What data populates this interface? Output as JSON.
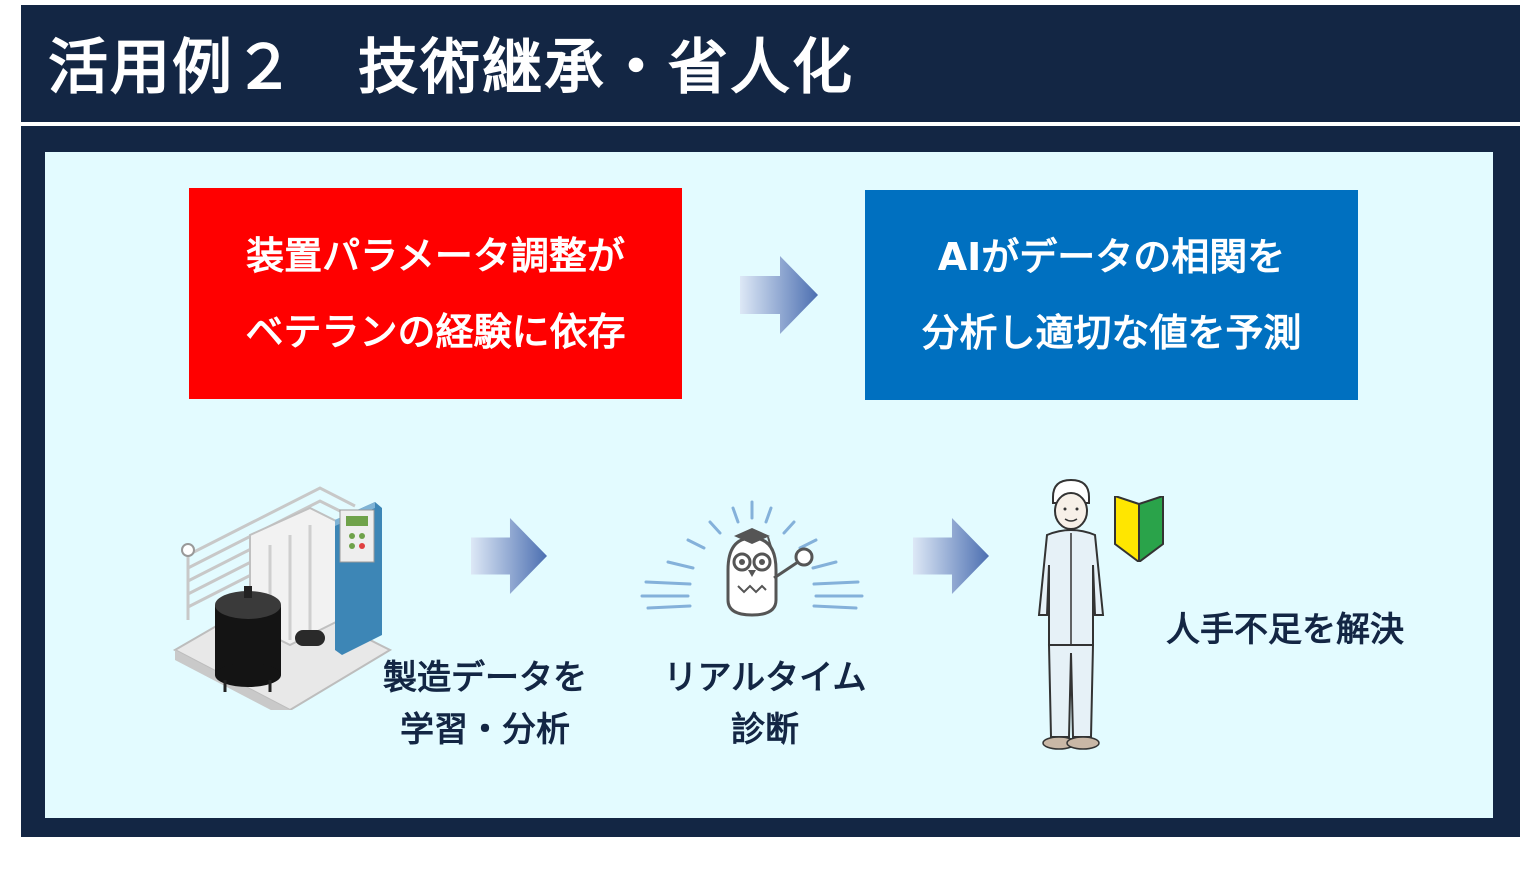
{
  "title": "活用例２　技術継承・省人化",
  "problem": {
    "line1": "装置パラメータ調整が",
    "line2": "ベテランの経験に依存"
  },
  "solution": {
    "line1": "AIがデータの相関を",
    "line2": "分析し適切な値を予測"
  },
  "steps": [
    {
      "line1": "製造データを",
      "line2": "学習・分析"
    },
    {
      "line1": "リアルタイム",
      "line2": "診断"
    }
  ],
  "result": "人手不足を解決",
  "icons": {
    "machine": "factory-machine-icon",
    "owl": "ai-owl-icon",
    "worker": "worker-icon",
    "beginner": "beginner-mark-icon",
    "arrow": "right-arrow-icon"
  },
  "colors": {
    "navy": "#132644",
    "panel": "#e3fbff",
    "problem": "#ff0000",
    "solution": "#0070c0"
  }
}
